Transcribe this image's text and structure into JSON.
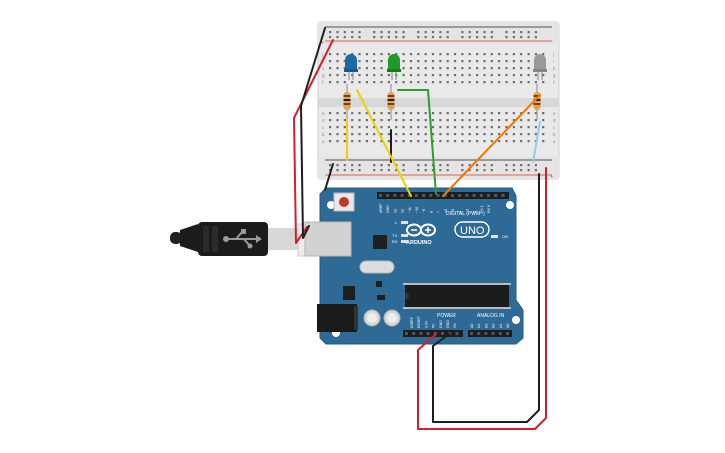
{
  "board": {
    "uno_label": "UNO",
    "brand_label": "ARDUINO",
    "digital_label": "DIGITAL (PWM~)",
    "power_label": "POWER",
    "analog_label": "ANALOG IN",
    "on_label": "ON",
    "l_label": "L",
    "tx_label": "TX",
    "rx_label": "RX",
    "digital_pins": [
      "AREF",
      "GND",
      "13",
      "12",
      "~11",
      "~10",
      "~9",
      "8",
      "7",
      "~6",
      "~5",
      "4",
      "~3",
      "2",
      "TX 1",
      "RX 0"
    ],
    "power_pins": [
      "IOREF",
      "RESET",
      "3.3V",
      "5V",
      "GND",
      "GND",
      "Vin"
    ],
    "analog_pins": [
      "A0",
      "A1",
      "A2",
      "A3",
      "A4",
      "A5"
    ]
  },
  "breadboard": {
    "row_letters_top": [
      "j",
      "i",
      "h",
      "g",
      "f"
    ],
    "row_letters_bottom": [
      "e",
      "d",
      "c",
      "b",
      "a"
    ],
    "rail_plus": "+",
    "rail_minus": "-"
  },
  "components": {
    "leds": [
      {
        "name": "blue-led",
        "color": "#1b6aa5"
      },
      {
        "name": "green-led",
        "color": "#1e9a2c"
      },
      {
        "name": "white-led",
        "color": "#9a9a9a"
      }
    ]
  },
  "colors": {
    "board_blue": "#2e6a96",
    "wire_red": "#d0202a",
    "wire_black": "#1e1e1e",
    "wire_yellow": "#f0d000",
    "wire_green": "#2ca02c",
    "wire_orange": "#f07800",
    "wire_cyan": "#8fd0e8"
  }
}
